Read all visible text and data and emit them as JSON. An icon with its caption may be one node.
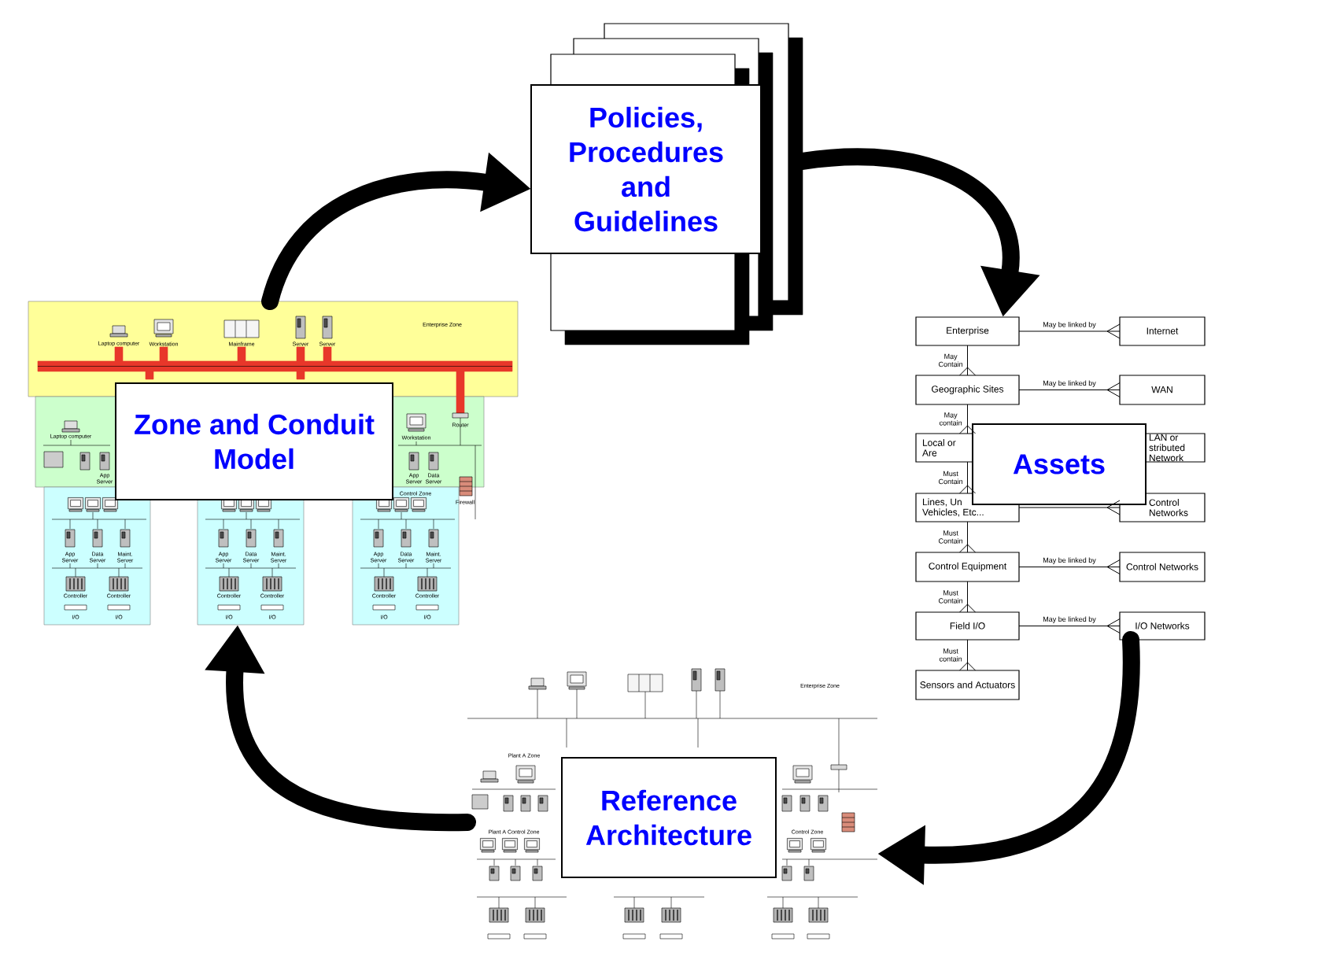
{
  "diagram": {
    "nodes": [
      {
        "text": [],
        "shape": "picture"
      },
      {
        "text": [
          "Zone and Conduit Model"
        ],
        "in": 0
      },
      {
        "text": [],
        "shape": "document"
      },
      {
        "text": [
          "Policies, Procedures and Guidelines"
        ]
      },
      {
        "text": [
          "Assets"
        ]
      },
      {
        "text": [
          "Enterprise"
        ]
      },
      {
        "text": [
          "Geographic Sites"
        ]
      },
      {
        "text": [
          "Local or Are"
        ]
      },
      {
        "text": [
          "Lines, Un Vehicles, Etc..."
        ]
      },
      {
        "text": [
          "Control Equipment"
        ]
      },
      {
        "text": [
          "Field I/O"
        ]
      },
      {
        "text": [
          "Sensors and Actuators"
        ]
      },
      {
        "text": [
          "Internet"
        ]
      },
      {
        "text": [
          "WAN"
        ]
      },
      {
        "text": [
          "LAN or stributed Network"
        ]
      },
      {
        "text": [
          "Control Networks"
        ]
      },
      {
        "text": [
          "Control Networks"
        ]
      },
      {
        "text": [
          "I/O Networks"
        ]
      },
      {
        "text": [],
        "shape": "picture"
      },
      {
        "text": [
          "Reference Architecture"
        ],
        "in": 18
      }
    ],
    "edges": [
      {
        "from": 0,
        "to": 3,
        "arrow": "to",
        "style": "thick"
      },
      {
        "from": 2,
        "to": 5,
        "arrow": "to",
        "style": "thick"
      },
      {
        "from": 17,
        "to": 18,
        "arrow": "to",
        "style": "thick"
      },
      {
        "from": 18,
        "to": 0,
        "arrow": "to",
        "style": "thick"
      },
      {
        "from": 5,
        "to": 6,
        "arrow": "other",
        "label": "May Contain"
      },
      {
        "from": 6,
        "to": 7,
        "arrow": "other",
        "label": "May contain"
      },
      {
        "from": 7,
        "to": 8,
        "arrow": "other",
        "label": "Must Contain"
      },
      {
        "from": 8,
        "to": 9,
        "arrow": "other",
        "label": "Must Contain"
      },
      {
        "from": 9,
        "to": 10,
        "arrow": "other",
        "label": "Must Contain"
      },
      {
        "from": 10,
        "to": 11,
        "arrow": "other",
        "label": "Must contain"
      },
      {
        "from": 5,
        "to": 12,
        "arrow": "other",
        "label": "May be linked by"
      },
      {
        "from": 6,
        "to": 13,
        "arrow": "other",
        "label": "May be linked by"
      },
      {
        "from": 8,
        "to": 15,
        "arrow": "other"
      },
      {
        "from": 9,
        "to": 16,
        "arrow": "other",
        "label": "May be linked by"
      },
      {
        "from": 10,
        "to": 17,
        "arrow": "other",
        "label": "May be linked by"
      }
    ],
    "labels": [
      "Enterprise Zone",
      "Laptop computer",
      "Workstation",
      "Mainframe",
      "Server",
      "Server",
      "Router",
      "Laptop computer",
      "Workstation",
      "App Server",
      "App Server",
      "Data Server",
      "Control Zone",
      "Firewall",
      "App Server",
      "Data Server",
      "Maint. Server",
      "App Server",
      "Data Server",
      "Maint. Server",
      "App Server",
      "Data Server",
      "Maint. Server",
      "Controller",
      "Controller",
      "Controller",
      "Controller",
      "Controller",
      "Controller",
      "I/O",
      "I/O",
      "I/O",
      "I/O",
      "I/O",
      "I/O",
      "Enterprise Zone",
      "Plant A Zone",
      "Plant A Control Zone",
      "Control Zone"
    ]
  }
}
